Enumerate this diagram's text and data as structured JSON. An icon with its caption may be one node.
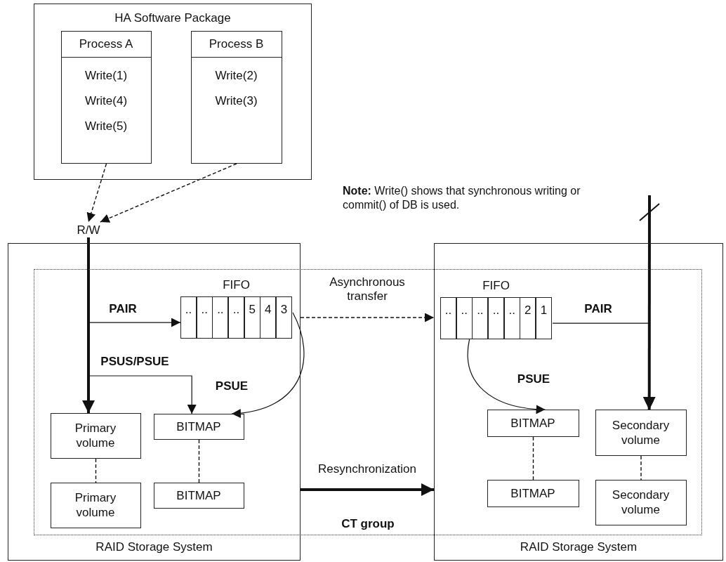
{
  "diagram": {
    "nodes": [
      {
        "text": [
          "HA Software Package"
        ]
      },
      {
        "text": [
          "Process A",
          "Write(1)",
          "Write(4)",
          "Write(5)"
        ],
        "in": 0
      },
      {
        "text": [
          "Process B",
          "Write(2)",
          "Write(3)"
        ],
        "in": 0
      },
      {
        "text": [
          "R/W"
        ]
      },
      {
        "text": [
          "RAID Storage System"
        ]
      },
      {
        "text": [
          "FIFO",
          "..",
          "..",
          "..",
          "..",
          "5",
          "4",
          "3"
        ],
        "in": 4
      },
      {
        "text": [
          "Primary volume"
        ],
        "in": 4
      },
      {
        "text": [
          "BITMAP"
        ],
        "in": 4
      },
      {
        "text": [
          "Primary volume"
        ],
        "in": 4
      },
      {
        "text": [
          "BITMAP"
        ],
        "in": 4
      },
      {
        "text": [
          "RAID Storage System"
        ]
      },
      {
        "text": [
          "FIFO",
          "..",
          "..",
          "..",
          "..",
          "..",
          "2",
          "1"
        ],
        "in": 10
      },
      {
        "text": [
          "BITMAP"
        ],
        "in": 10
      },
      {
        "text": [
          "Secondary volume"
        ],
        "in": 10
      },
      {
        "text": [
          "BITMAP"
        ],
        "in": 10
      },
      {
        "text": [
          "Secondary volume"
        ],
        "in": 10
      }
    ],
    "edges": [
      {
        "from": 1,
        "to": 3,
        "arrow": "to",
        "style": "dashed"
      },
      {
        "from": 2,
        "to": 3,
        "arrow": "to",
        "style": "dashed"
      },
      {
        "from": 3,
        "to": 6,
        "arrow": "to",
        "style": "thick"
      },
      {
        "from": 3,
        "to": 5,
        "arrow": "to",
        "label": "PAIR"
      },
      {
        "from": 3,
        "to": 7,
        "arrow": "to",
        "label": "PSUS/PSUE"
      },
      {
        "from": 5,
        "to": 7,
        "arrow": "to",
        "label": "PSUE"
      },
      {
        "from": 6,
        "to": 8,
        "arrow": "none",
        "style": "dashed"
      },
      {
        "from": 7,
        "to": 9,
        "arrow": "none",
        "style": "dashed"
      },
      {
        "from": 4,
        "to": 10,
        "arrow": "to",
        "label": "Asynchronous transfer",
        "style": "dashed"
      },
      {
        "from": 4,
        "to": 10,
        "arrow": "to",
        "label": "Resynchronization",
        "style": "thick"
      },
      {
        "from": 11,
        "to": 13,
        "arrow": "to",
        "label": "PAIR"
      },
      {
        "from": null,
        "to": 13,
        "arrow": "to",
        "style": "thick"
      },
      {
        "from": 11,
        "to": 12,
        "arrow": "to",
        "label": "PSUE"
      },
      {
        "from": 12,
        "to": 14,
        "arrow": "none",
        "style": "dashed"
      },
      {
        "from": 13,
        "to": 15,
        "arrow": "none",
        "style": "dashed"
      }
    ],
    "labels": [
      "**Note:** Write() shows that synchronous writing or commit() of DB is used.",
      "CT group"
    ]
  }
}
